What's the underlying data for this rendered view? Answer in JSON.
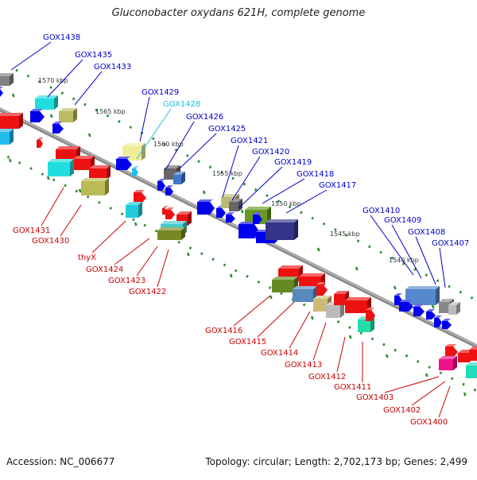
{
  "title": "Gluconobacter oxydans 621H, complete genome",
  "footer": {
    "accession": "Accession: NC_006677",
    "topology": "Topology: circular; Length: 2,702,173 bp; Genes: 2,499"
  },
  "colors": {
    "axis": "#8a8a8a",
    "top_label": "#0000cc",
    "top_label_highlight": "#22bbdd",
    "bottom_label": "#cc0000",
    "tick": "#2e8b2e",
    "kbp_label": "#333333"
  },
  "scale_ticks": [
    {
      "label": "1570 kbp"
    },
    {
      "label": "1565 kbp"
    },
    {
      "label": "1560 kbp"
    },
    {
      "label": "1555 kbp"
    },
    {
      "label": "1550 kbp"
    },
    {
      "label": "1545 kbp"
    },
    {
      "label": "1540 kbp"
    }
  ],
  "top_labels": [
    {
      "label": "GOX1438",
      "color": "blue"
    },
    {
      "label": "GOX1435",
      "color": "blue"
    },
    {
      "label": "GOX1433",
      "color": "blue"
    },
    {
      "label": "GOX1429",
      "color": "blue"
    },
    {
      "label": "GOX1428",
      "color": "cyan"
    },
    {
      "label": "GOX1426",
      "color": "blue"
    },
    {
      "label": "GOX1425",
      "color": "blue"
    },
    {
      "label": "GOX1421",
      "color": "blue"
    },
    {
      "label": "GOX1420",
      "color": "blue"
    },
    {
      "label": "GOX1419",
      "color": "blue"
    },
    {
      "label": "GOX1418",
      "color": "blue"
    },
    {
      "label": "GOX1417",
      "color": "blue"
    },
    {
      "label": "GOX1410",
      "color": "blue"
    },
    {
      "label": "GOX1409",
      "color": "blue"
    },
    {
      "label": "GOX1408",
      "color": "blue"
    },
    {
      "label": "GOX1407",
      "color": "blue"
    }
  ],
  "bottom_labels": [
    {
      "label": "GOX1431"
    },
    {
      "label": "GOX1430"
    },
    {
      "label": "thyX"
    },
    {
      "label": "GOX1424"
    },
    {
      "label": "GOX1423"
    },
    {
      "label": "GOX1422"
    },
    {
      "label": "GOX1416"
    },
    {
      "label": "GOX1415"
    },
    {
      "label": "GOX1414"
    },
    {
      "label": "GOX1413"
    },
    {
      "label": "GOX1412"
    },
    {
      "label": "GOX1411"
    },
    {
      "label": "GOX1403"
    },
    {
      "label": "GOX1402"
    },
    {
      "label": "GOX1400"
    }
  ]
}
